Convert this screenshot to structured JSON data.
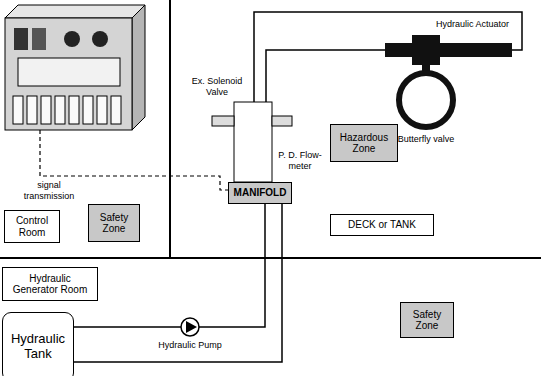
{
  "diagram": {
    "nodes": [
      {
        "text": [
          "Control Room"
        ]
      },
      {
        "text": [
          "Safety Zone"
        ]
      },
      {
        "text": [
          "MANIFOLD"
        ]
      },
      {
        "text": [
          "Hazardous Zone"
        ]
      },
      {
        "text": [
          "DECK or TANK"
        ]
      },
      {
        "text": [
          "Hydraulic Generator Room"
        ]
      },
      {
        "text": [
          "Hydraulic Tank"
        ]
      },
      {
        "text": [
          "Safety Zone"
        ]
      }
    ],
    "edges": [
      {
        "from": 6,
        "to": 2,
        "arrow": "none"
      },
      {
        "from": 2,
        "to": 6,
        "arrow": "none"
      }
    ],
    "labels": [
      "Ex. Solenoid Valve",
      "P. D. Flow-meter",
      "Hydraulic Actuator",
      "Butterfly valve",
      "signal transmission",
      "Hydraulic Pump"
    ]
  }
}
